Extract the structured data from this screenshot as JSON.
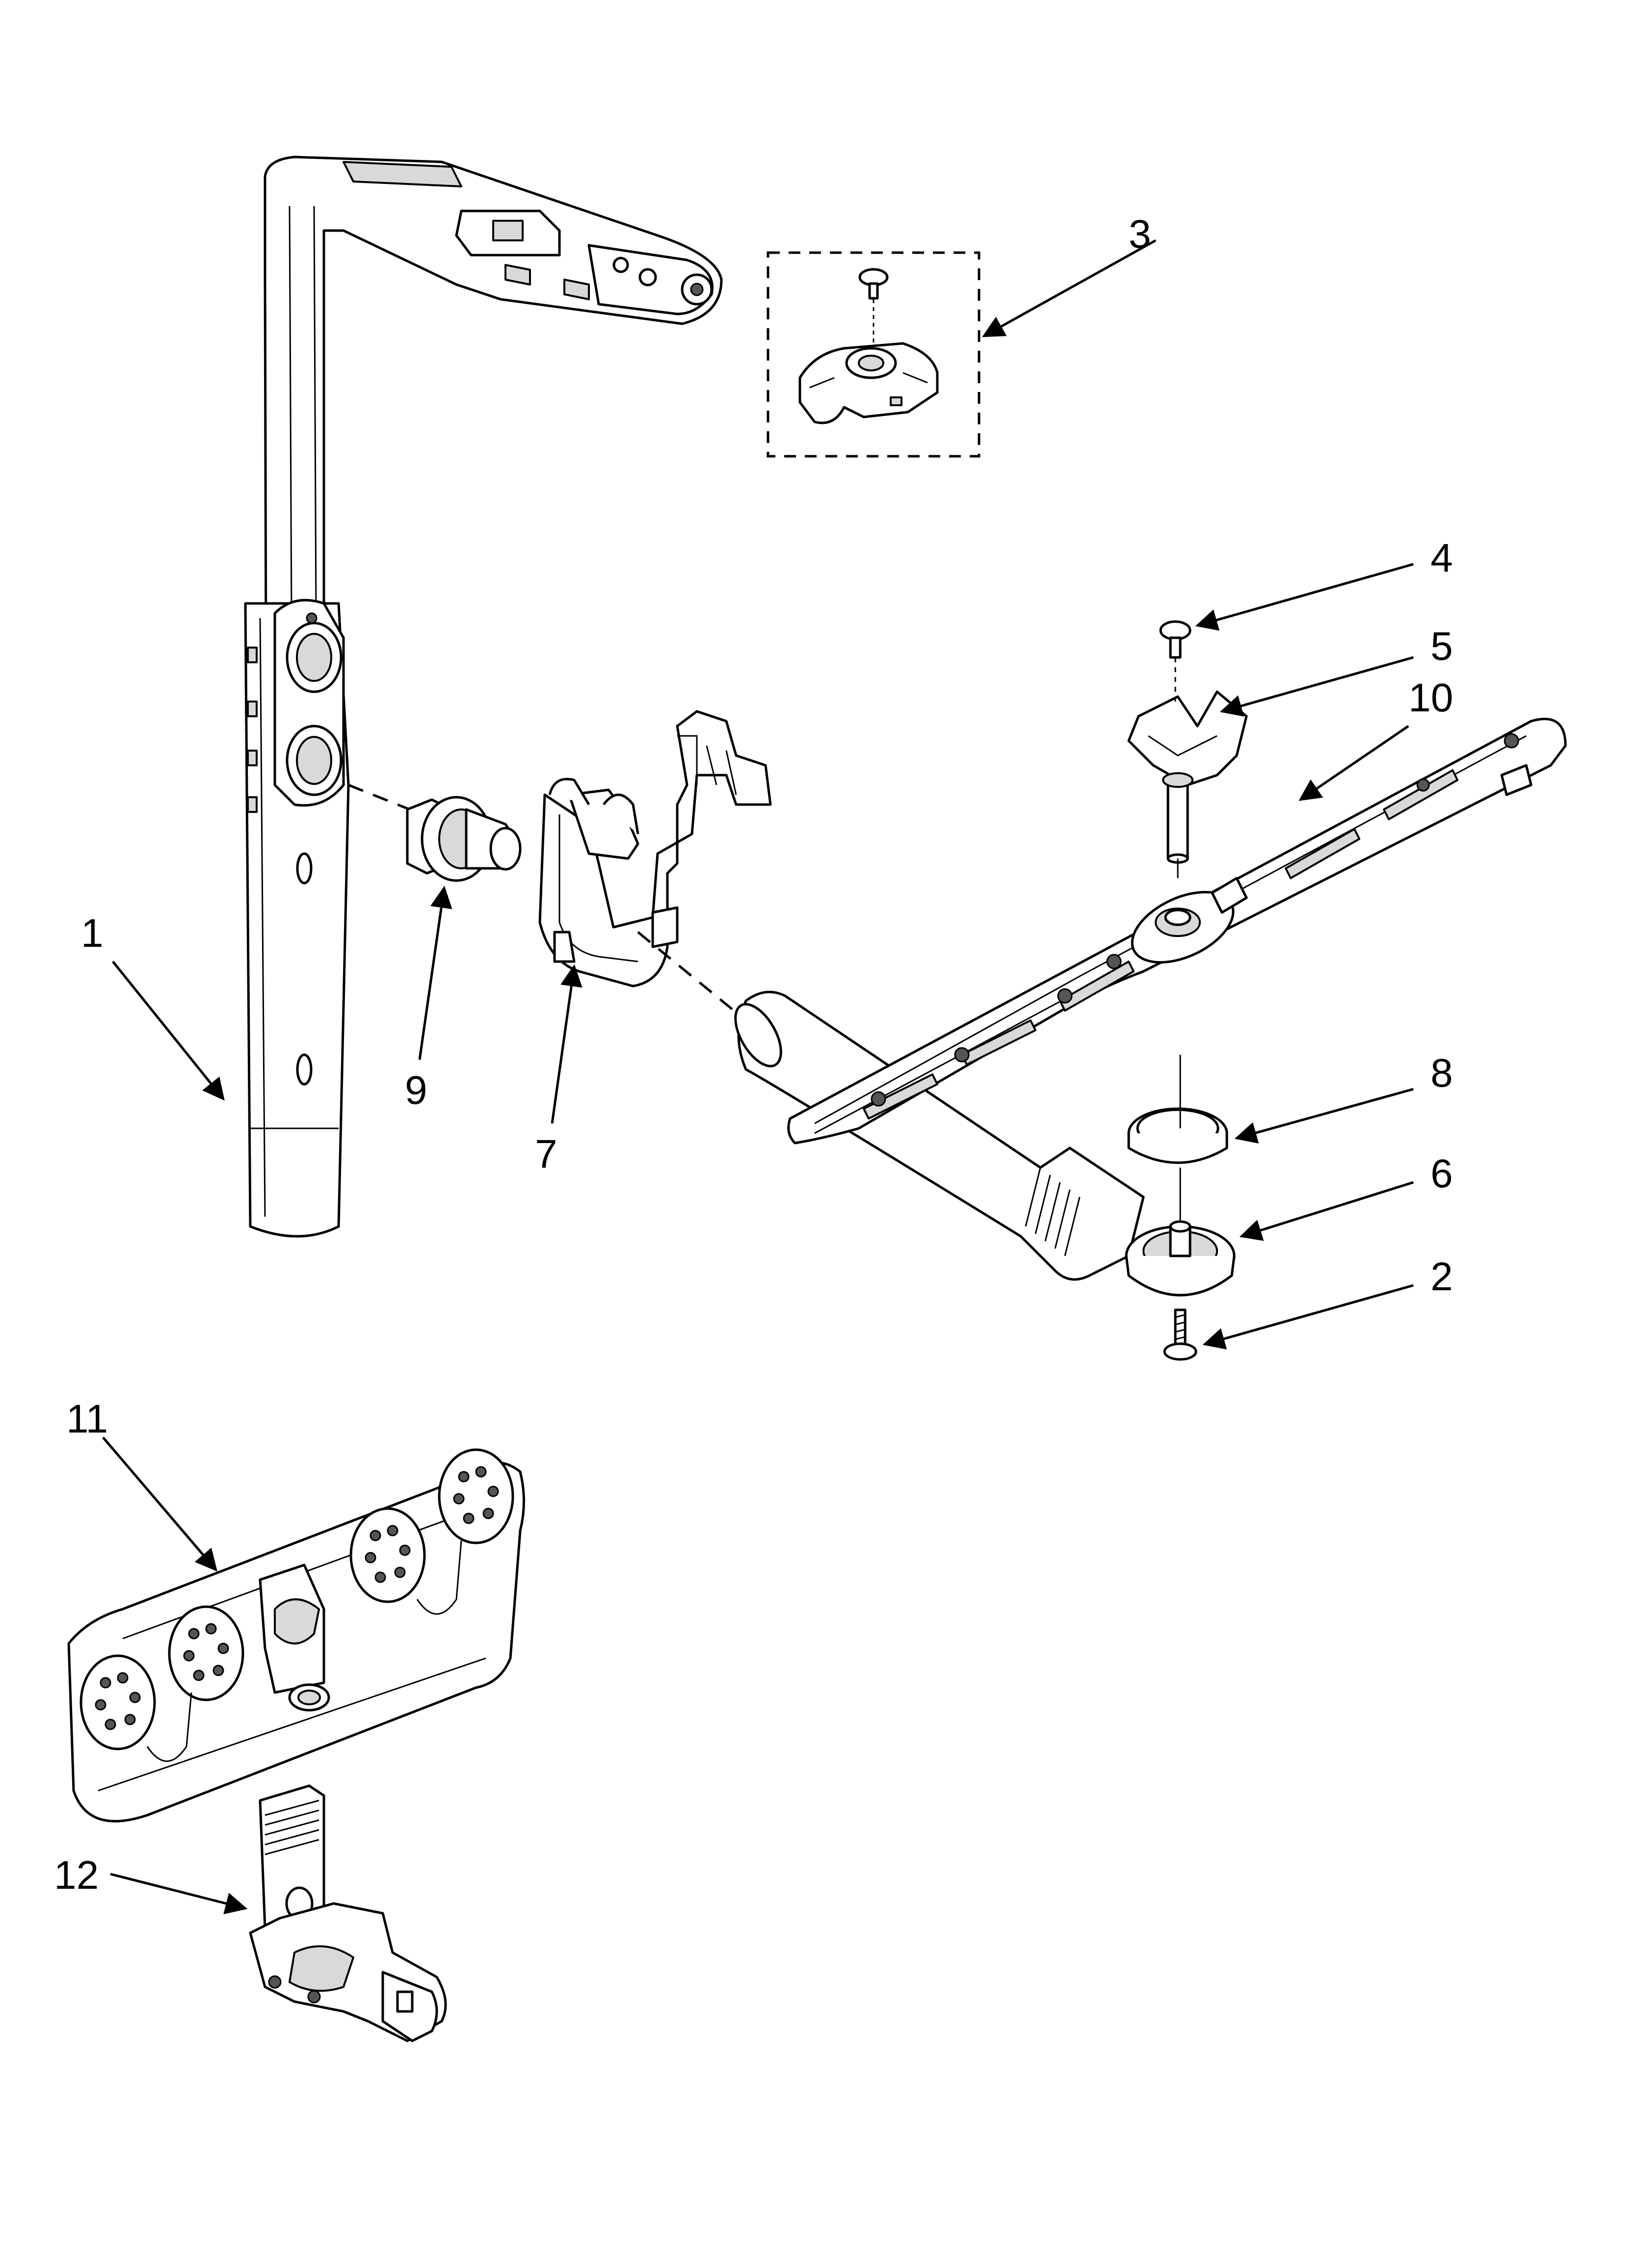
{
  "diagram": {
    "callouts": [
      {
        "id": "1",
        "text": "1"
      },
      {
        "id": "2",
        "text": "2"
      },
      {
        "id": "3",
        "text": "3"
      },
      {
        "id": "4",
        "text": "4"
      },
      {
        "id": "5",
        "text": "5"
      },
      {
        "id": "6",
        "text": "6"
      },
      {
        "id": "7",
        "text": "7"
      },
      {
        "id": "8",
        "text": "8"
      },
      {
        "id": "9",
        "text": "9"
      },
      {
        "id": "10",
        "text": "10"
      },
      {
        "id": "11",
        "text": "11"
      },
      {
        "id": "12",
        "text": "12"
      }
    ]
  }
}
